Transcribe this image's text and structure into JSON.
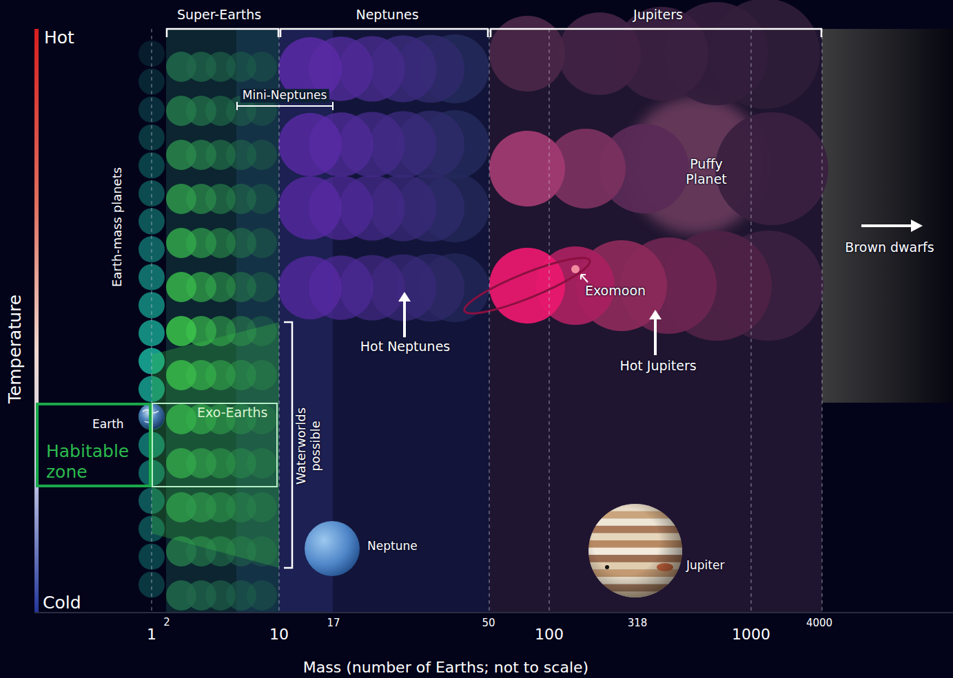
{
  "diagram": {
    "nodes": [
      {
        "text": [
          "Earth",
          "Habitable zone"
        ]
      },
      {
        "text": [
          "Exo-Earths"
        ]
      }
    ],
    "labels": [
      "Hot",
      "Cold",
      "Temperature",
      "Super-Earths",
      "Neptunes",
      "Jupiters",
      "Mini-Neptunes",
      "Earth-mass planets",
      "Puffy Planet",
      "Brown dwarfs",
      "Exomoon",
      "Hot Neptunes",
      "Hot Jupiters",
      "Waterworlds possible",
      "Neptune",
      "Jupiter",
      "1",
      "2",
      "10",
      "17",
      "50",
      "100",
      "318",
      "1000",
      "4000",
      "Mass (number of Earths; not to scale)"
    ]
  }
}
